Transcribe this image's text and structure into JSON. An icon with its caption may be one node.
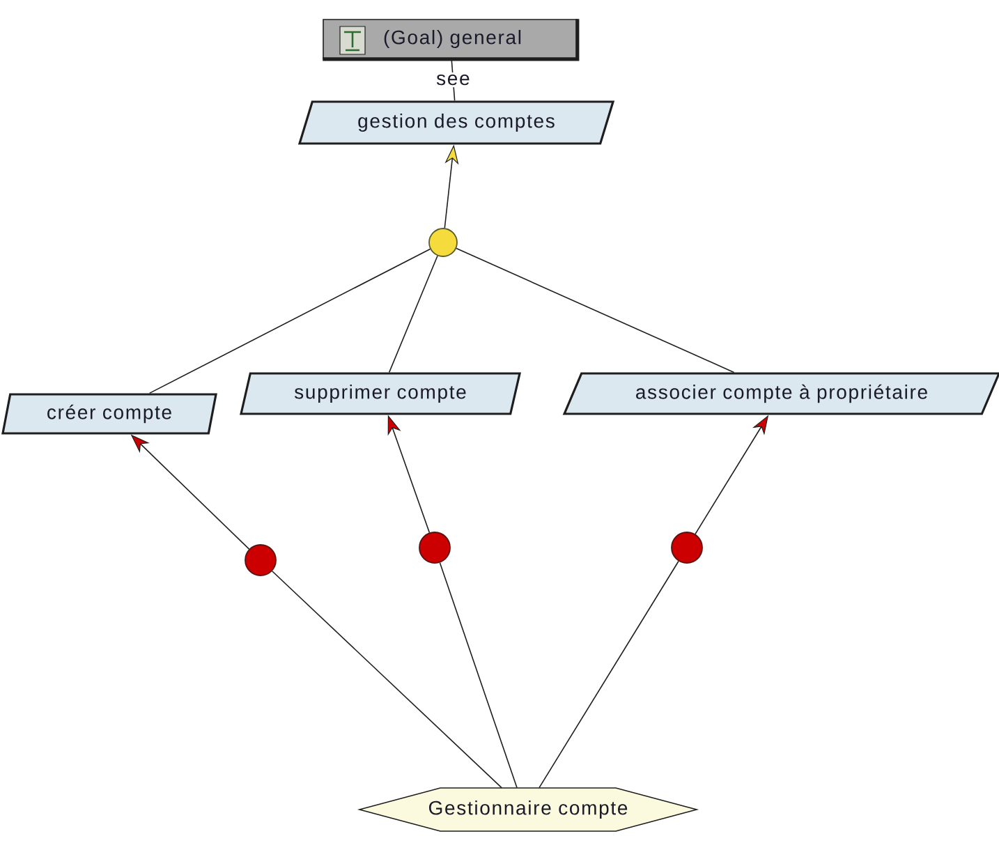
{
  "diagram": {
    "nodes": [
      {
        "text": [
          "(Goal) general"
        ]
      },
      {
        "text": [
          "gestion des comptes"
        ]
      },
      {
        "text": [],
        "shape": "circle"
      },
      {
        "text": [
          "créer compte"
        ]
      },
      {
        "text": [
          "supprimer compte"
        ]
      },
      {
        "text": [
          "associer compte à propriétaire"
        ]
      },
      {
        "text": [],
        "shape": "circle"
      },
      {
        "text": [],
        "shape": "circle"
      },
      {
        "text": [],
        "shape": "circle"
      },
      {
        "text": [
          "Gestionnaire compte"
        ]
      }
    ],
    "edges": [
      {
        "from": 0,
        "to": 1,
        "arrow": "none",
        "label": "see"
      },
      {
        "from": 2,
        "to": 1,
        "arrow": "to"
      },
      {
        "from": 3,
        "to": 2,
        "arrow": "none"
      },
      {
        "from": 4,
        "to": 2,
        "arrow": "none"
      },
      {
        "from": 5,
        "to": 2,
        "arrow": "none"
      },
      {
        "from": 9,
        "to": 6,
        "arrow": "none"
      },
      {
        "from": 6,
        "to": 3,
        "arrow": "to"
      },
      {
        "from": 9,
        "to": 7,
        "arrow": "none"
      },
      {
        "from": 7,
        "to": 4,
        "arrow": "to"
      },
      {
        "from": 9,
        "to": 8,
        "arrow": "none"
      },
      {
        "from": 8,
        "to": 5,
        "arrow": "to"
      }
    ]
  }
}
